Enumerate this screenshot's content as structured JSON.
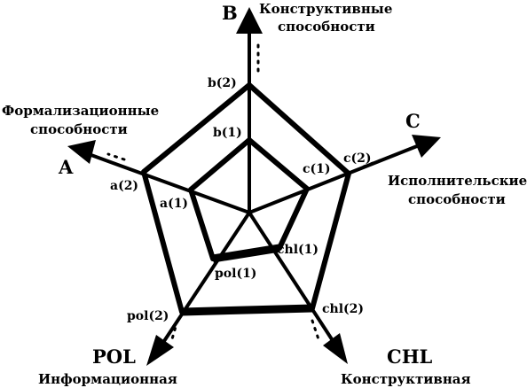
{
  "axes": {
    "B": {
      "letter": "B",
      "desc": [
        "Конструктивные",
        "способности"
      ]
    },
    "C": {
      "letter": "C",
      "desc": [
        "Исполнительские",
        "способности"
      ]
    },
    "A": {
      "letter": "A",
      "desc": [
        "Формализационные",
        "способности"
      ]
    },
    "POL": {
      "letter": "POL",
      "desc": [
        "Информационная"
      ]
    },
    "CHL": {
      "letter": "CHL",
      "desc": [
        "Конструктивная"
      ]
    }
  },
  "points": {
    "b1": "b(1)",
    "b2": "b(2)",
    "c1": "c(1)",
    "c2": "c(2)",
    "a1": "a(1)",
    "a2": "a(2)",
    "pol1": "pol(1)",
    "pol2": "pol(2)",
    "chl1": "chl(1)",
    "chl2": "chl(2)"
  },
  "colors": {
    "stroke": "#000000",
    "background": "#ffffff"
  }
}
